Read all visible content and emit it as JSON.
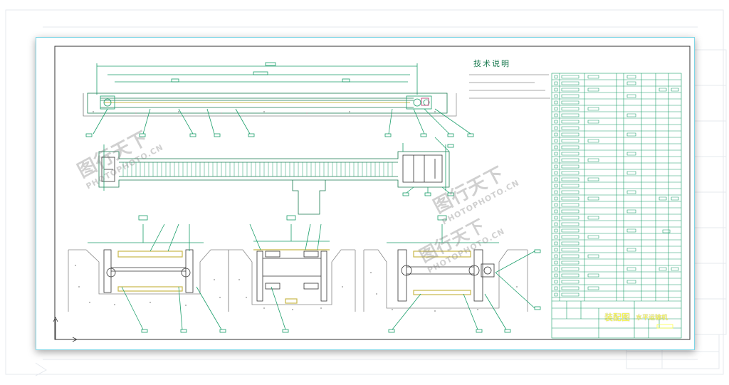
{
  "drawing": {
    "notes_title": "技术说明",
    "title_block_name": "装配图",
    "title_block_sub": "水平运输机"
  },
  "watermarks": [
    {
      "text": "图行天下",
      "sub": "PHOTOPHOTO.CN"
    },
    {
      "text": "图行天下",
      "sub": "PHOTOPHOTO.CN"
    },
    {
      "text": "图行天下",
      "sub": "PHOTOPHOTO.CN"
    }
  ],
  "colors": {
    "line": "#1a9e6a",
    "dim": "#228b3c",
    "accent": "#b8a84a",
    "frame": "#333333",
    "shadow": "#7fd6e6"
  }
}
